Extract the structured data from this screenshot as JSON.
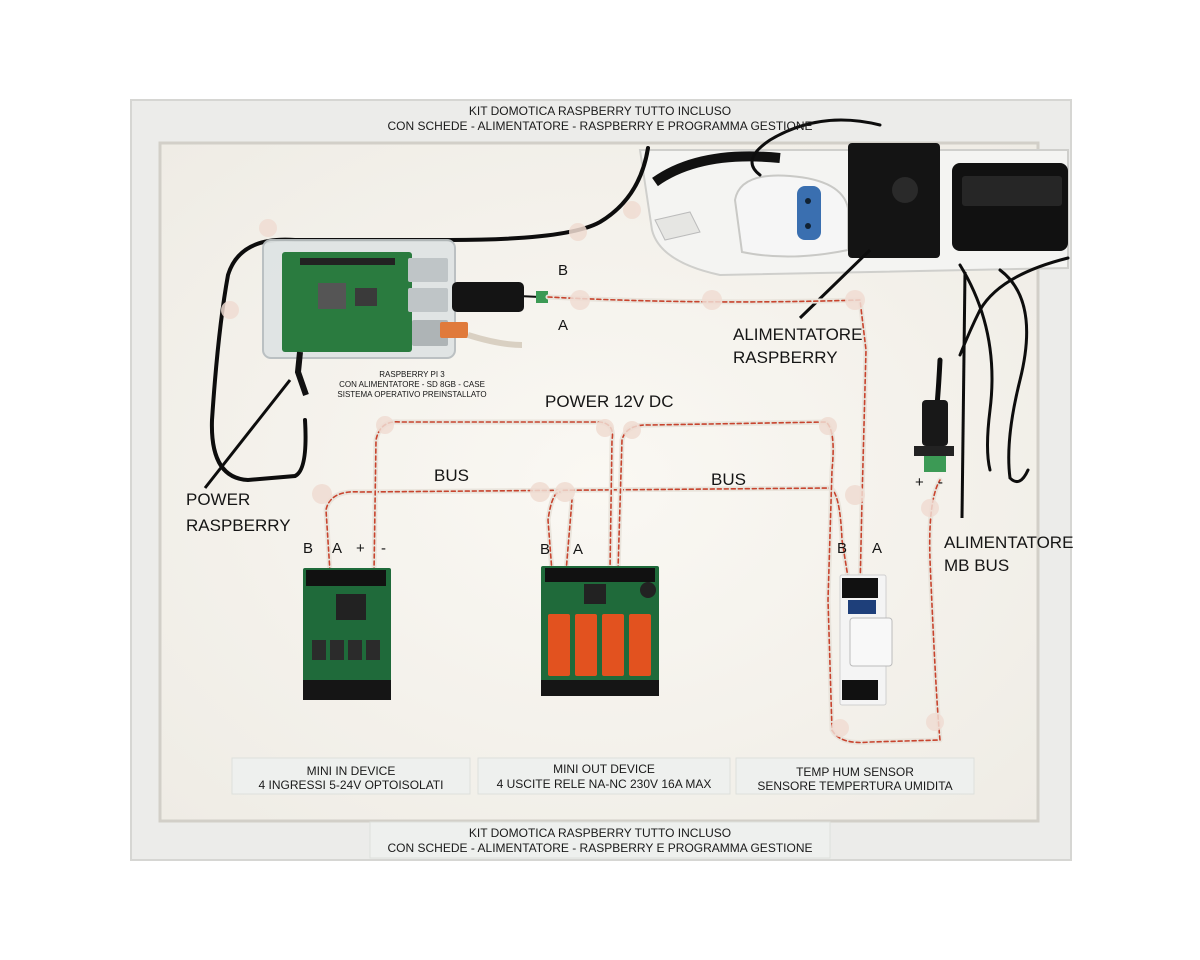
{
  "header": {
    "line1": "KIT DOMOTICA RASPBERRY TUTTO INCLUSO",
    "line2": "CON SCHEDE - ALIMENTATORE - RASPBERRY E PROGRAMMA GESTIONE"
  },
  "footer": {
    "line1": "KIT DOMOTICA RASPBERRY TUTTO INCLUSO",
    "line2": "CON SCHEDE - ALIMENTATORE - RASPBERRY E PROGRAMMA GESTIONE"
  },
  "raspberry": {
    "caption_line1": "RASPBERRY PI 3",
    "caption_line2": "CON ALIMENTATORE - SD 8GB - CASE",
    "caption_line3": "SISTEMA OPERATIVO PREINSTALLATO",
    "terminal_b": "B",
    "terminal_a": "A"
  },
  "labels": {
    "power_raspberry_line1": "POWER",
    "power_raspberry_line2": "RASPBERRY",
    "alimentatore_raspberry_line1": "ALIMENTATORE",
    "alimentatore_raspberry_line2": "RASPBERRY",
    "alimentatore_mb_bus_line1": "ALIMENTATORE",
    "alimentatore_mb_bus_line2": "MB BUS",
    "power_12v": "POWER 12V DC",
    "bus_left": "BUS",
    "bus_right": "BUS",
    "plus": "+",
    "minus": "-"
  },
  "devices": {
    "mini_in": {
      "terminals": [
        "B",
        "A",
        "+",
        "-"
      ],
      "caption_line1": "MINI IN DEVICE",
      "caption_line2": "4 INGRESSI 5-24V OPTOISOLATI"
    },
    "mini_out": {
      "terminals": [
        "B",
        "A"
      ],
      "caption_line1": "MINI OUT DEVICE",
      "caption_line2": "4 USCITE RELE NA-NC 230V 16A MAX"
    },
    "temp_hum": {
      "terminals": [
        "B",
        "A"
      ],
      "caption_line1": "TEMP HUM SENSOR",
      "caption_line2": "SENSORE TEMPERTURA UMIDITA"
    }
  },
  "colors": {
    "board_surface": "#f7f5f0",
    "frame": "#ececea",
    "pcb_green": "#1f6a3a",
    "relay_orange": "#e2521f",
    "wire_red": "#c8442e",
    "wire_white": "#e9e4dc",
    "cable_black": "#111111",
    "terminal_green": "#3c9a55"
  }
}
